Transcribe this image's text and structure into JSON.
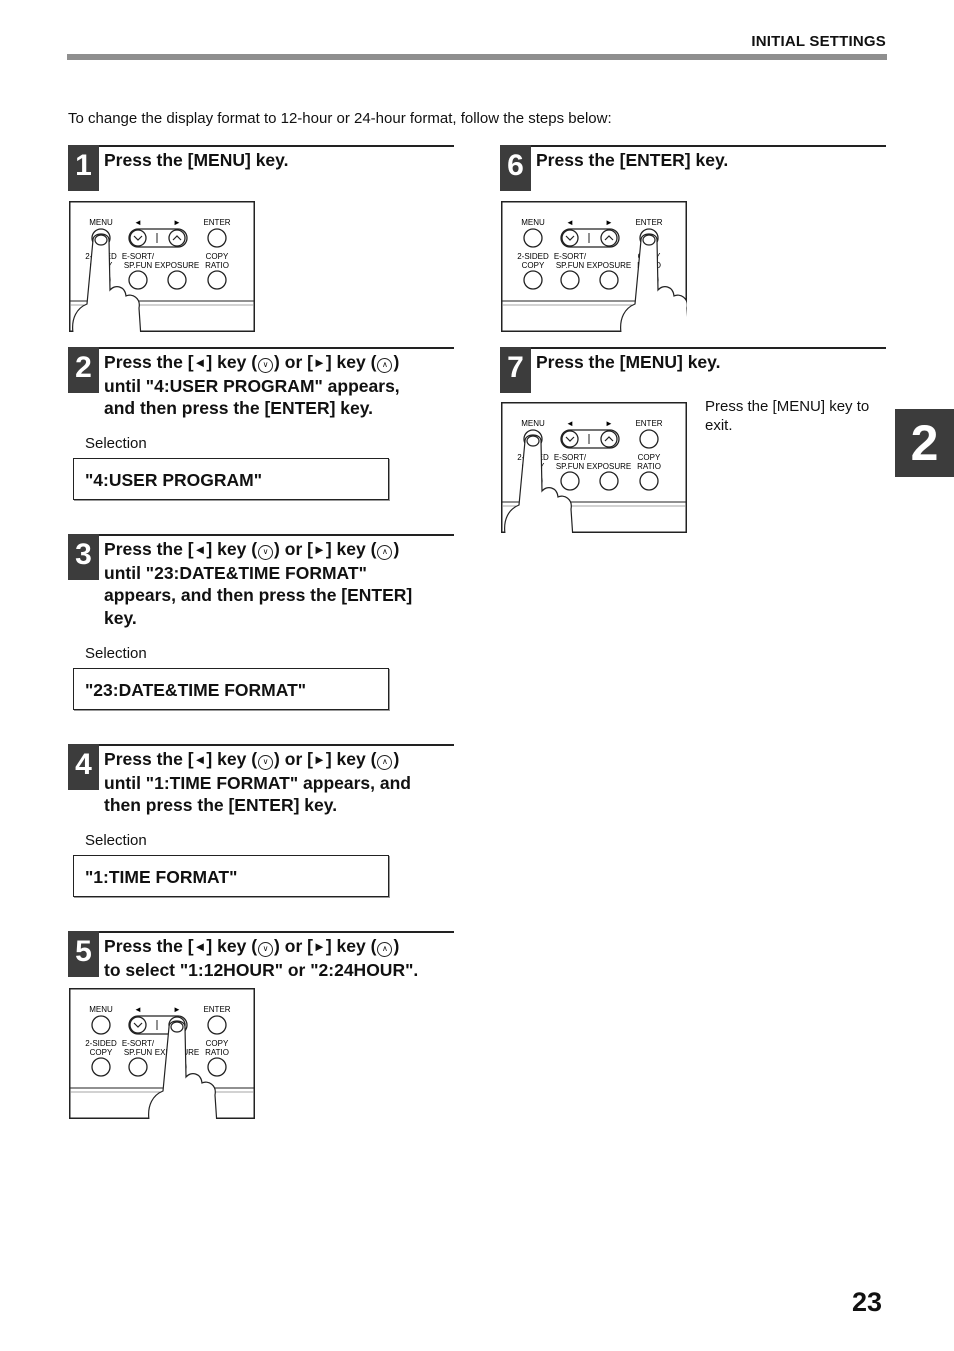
{
  "header": {
    "section_title": "INITIAL SETTINGS"
  },
  "intro": "To change the display format to 12-hour or 24-hour format, follow the steps below:",
  "steps": [
    {
      "number": "1",
      "lines": [
        "Press the [MENU] key."
      ]
    },
    {
      "number": "2",
      "lines": [
        "Press the [◄] key (∨) or [►] key (∧)",
        "until \"4:USER PROGRAM\" appears,",
        "and then press the [ENTER] key."
      ]
    },
    {
      "number": "3",
      "lines": [
        "Press the [◄] key (∨) or [►] key (∧)",
        "until \"23:DATE&TIME FORMAT\"",
        "appears, and then press the [ENTER]",
        "key."
      ]
    },
    {
      "number": "4",
      "lines": [
        "Press the [◄] key (∨) or [►] key (∧)",
        "until \"1:TIME FORMAT\" appears, and",
        "then press the [ENTER] key."
      ]
    },
    {
      "number": "5",
      "lines": [
        "Press the [◄] key (∨) or [►] key (∧)",
        "to select \"1:12HOUR\" or \"2:24HOUR\"."
      ]
    },
    {
      "number": "6",
      "lines": [
        "Press the [ENTER] key."
      ]
    },
    {
      "number": "7",
      "lines": [
        "Press the [MENU] key."
      ]
    }
  ],
  "selections": [
    {
      "label": "Selection",
      "value": "\"4:USER PROGRAM\""
    },
    {
      "label": "Selection",
      "value": "\"23:DATE&TIME FORMAT\""
    },
    {
      "label": "Selection",
      "value": "\"1:TIME FORMAT\""
    }
  ],
  "panel": {
    "labels": {
      "menu": "MENU",
      "left": "◄",
      "right": "►",
      "enter": "ENTER",
      "two_sided_1": "2-SIDED",
      "two_sided_2": "COPY",
      "esort_1": "E-SORT/",
      "esort_2": "SP.FUN",
      "exposure": "EXPOSURE",
      "copy_ratio_1": "COPY",
      "copy_ratio_2": "RATIO"
    },
    "pressed": [
      "menu",
      "enter",
      "menu",
      "right",
      "menu"
    ]
  },
  "step7_note": "Press the [MENU] key to exit.",
  "chapter_tab": "2",
  "page_number": "23"
}
